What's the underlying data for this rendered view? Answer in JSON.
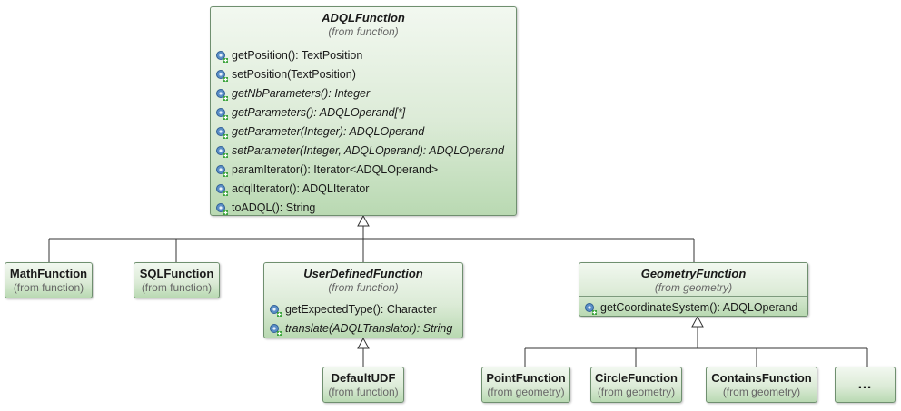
{
  "adql_function": {
    "name": "ADQLFunction",
    "package": "(from function)",
    "operations": [
      {
        "text": "getPosition(): TextPosition"
      },
      {
        "text": "setPosition(TextPosition)"
      },
      {
        "text": "getNbParameters(): Integer"
      },
      {
        "text": "getParameters(): ADQLOperand[*]"
      },
      {
        "text": "getParameter(Integer): ADQLOperand"
      },
      {
        "text": "setParameter(Integer, ADQLOperand): ADQLOperand"
      },
      {
        "text": "paramIterator(): Iterator<ADQLOperand>"
      },
      {
        "text": "adqlIterator(): ADQLIterator"
      },
      {
        "text": "toADQL(): String"
      }
    ]
  },
  "math_function": {
    "name": "MathFunction",
    "package": "(from function)"
  },
  "sql_function": {
    "name": "SQLFunction",
    "package": "(from function)"
  },
  "user_defined_function": {
    "name": "UserDefinedFunction",
    "package": "(from function)",
    "operations": [
      {
        "text": "getExpectedType(): Character"
      },
      {
        "text": "translate(ADQLTranslator): String"
      }
    ]
  },
  "geometry_function": {
    "name": "GeometryFunction",
    "package": "(from geometry)",
    "operations": [
      {
        "text": "getCoordinateSystem(): ADQLOperand"
      }
    ]
  },
  "default_udf": {
    "name": "DefaultUDF",
    "package": "(from function)"
  },
  "point_function": {
    "name": "PointFunction",
    "package": "(from geometry)"
  },
  "circle_function": {
    "name": "CircleFunction",
    "package": "(from geometry)"
  },
  "contains_function": {
    "name": "ContainsFunction",
    "package": "(from geometry)"
  },
  "more": {
    "label": "…"
  },
  "icon": "public-operation-icon",
  "colors": {
    "box_top": "#f2f8f0",
    "box_bottom": "#b9d9b2",
    "border": "#6f8f6f",
    "line": "#333333"
  }
}
